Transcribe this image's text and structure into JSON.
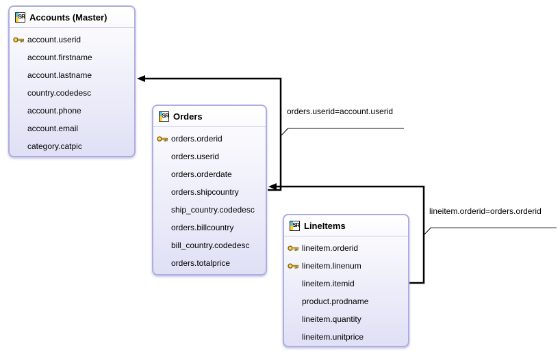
{
  "colors": {
    "canvas_background": "#ffffff",
    "table_border": "#adade0",
    "table_gradient_top": "#ffffff",
    "table_gradient_bottom": "#e0e0f6",
    "header_divider": "#c7c7ee",
    "connector_line": "#000000",
    "key_icon_gold": "#f6d55c",
    "sr_badge_cyan": "#59c3de",
    "sr_badge_yellow": "#ffd02e",
    "text": "#000000"
  },
  "icons": {
    "sr_badge_text": "SR"
  },
  "tables": [
    {
      "id": "accounts",
      "title": "Accounts (Master)",
      "fields": [
        {
          "name": "account.userid",
          "key": true
        },
        {
          "name": "account.firstname",
          "key": false
        },
        {
          "name": "account.lastname",
          "key": false
        },
        {
          "name": "country.codedesc",
          "key": false
        },
        {
          "name": "account.phone",
          "key": false
        },
        {
          "name": "account.email",
          "key": false
        },
        {
          "name": "category.catpic",
          "key": false
        }
      ]
    },
    {
      "id": "orders",
      "title": "Orders",
      "fields": [
        {
          "name": "orders.orderid",
          "key": true
        },
        {
          "name": "orders.userid",
          "key": false
        },
        {
          "name": "orders.orderdate",
          "key": false
        },
        {
          "name": "orders.shipcountry",
          "key": false
        },
        {
          "name": "ship_country.codedesc",
          "key": false
        },
        {
          "name": "orders.billcountry",
          "key": false
        },
        {
          "name": "bill_country.codedesc",
          "key": false
        },
        {
          "name": "orders.totalprice",
          "key": false
        }
      ]
    },
    {
      "id": "lineitems",
      "title": "LineItems",
      "fields": [
        {
          "name": "lineitem.orderid",
          "key": true
        },
        {
          "name": "lineitem.linenum",
          "key": true
        },
        {
          "name": "lineitem.itemid",
          "key": false
        },
        {
          "name": "product.prodname",
          "key": false
        },
        {
          "name": "lineitem.quantity",
          "key": false
        },
        {
          "name": "lineitem.unitprice",
          "key": false
        }
      ]
    }
  ],
  "relations": [
    {
      "label": "orders.userid=account.userid",
      "from_table": "orders",
      "to_table": "accounts"
    },
    {
      "label": "lineitem.orderid=orders.orderid",
      "from_table": "lineitems",
      "to_table": "orders"
    }
  ]
}
